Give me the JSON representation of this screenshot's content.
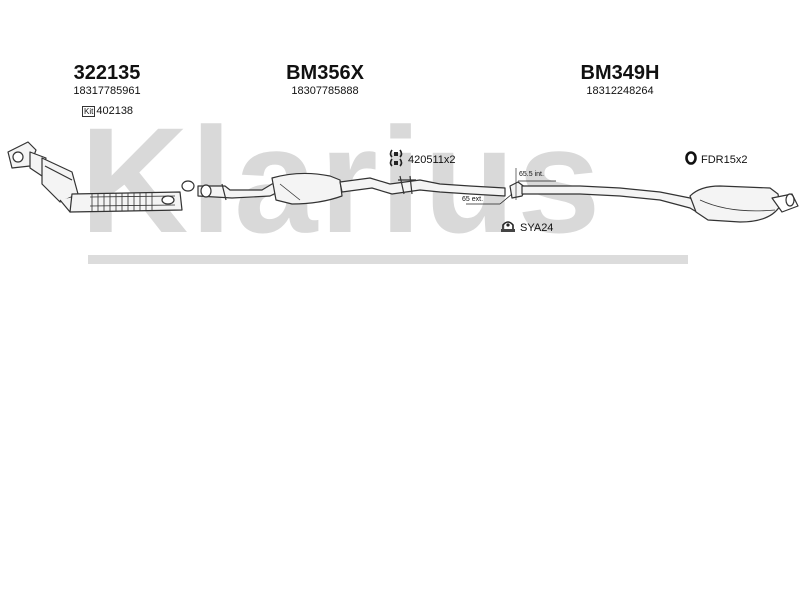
{
  "watermark": {
    "text": "Klarius"
  },
  "parts": [
    {
      "code": "322135",
      "oe_number": "18317785961"
    },
    {
      "code": "BM356X",
      "oe_number": "18307785888"
    },
    {
      "code": "BM349H",
      "oe_number": "18312248264"
    }
  ],
  "kit": {
    "label": "Kit",
    "number": "402138"
  },
  "callouts": {
    "hanger": "420511x2",
    "ring": "FDR15x2",
    "clamp": "SYA24"
  },
  "dimensions": {
    "internal": "65.5 int.",
    "external": "65 ext."
  },
  "colors": {
    "watermark": "#d9d9d9",
    "line": "#333333",
    "pipe_fill": "#f4f4f4"
  }
}
